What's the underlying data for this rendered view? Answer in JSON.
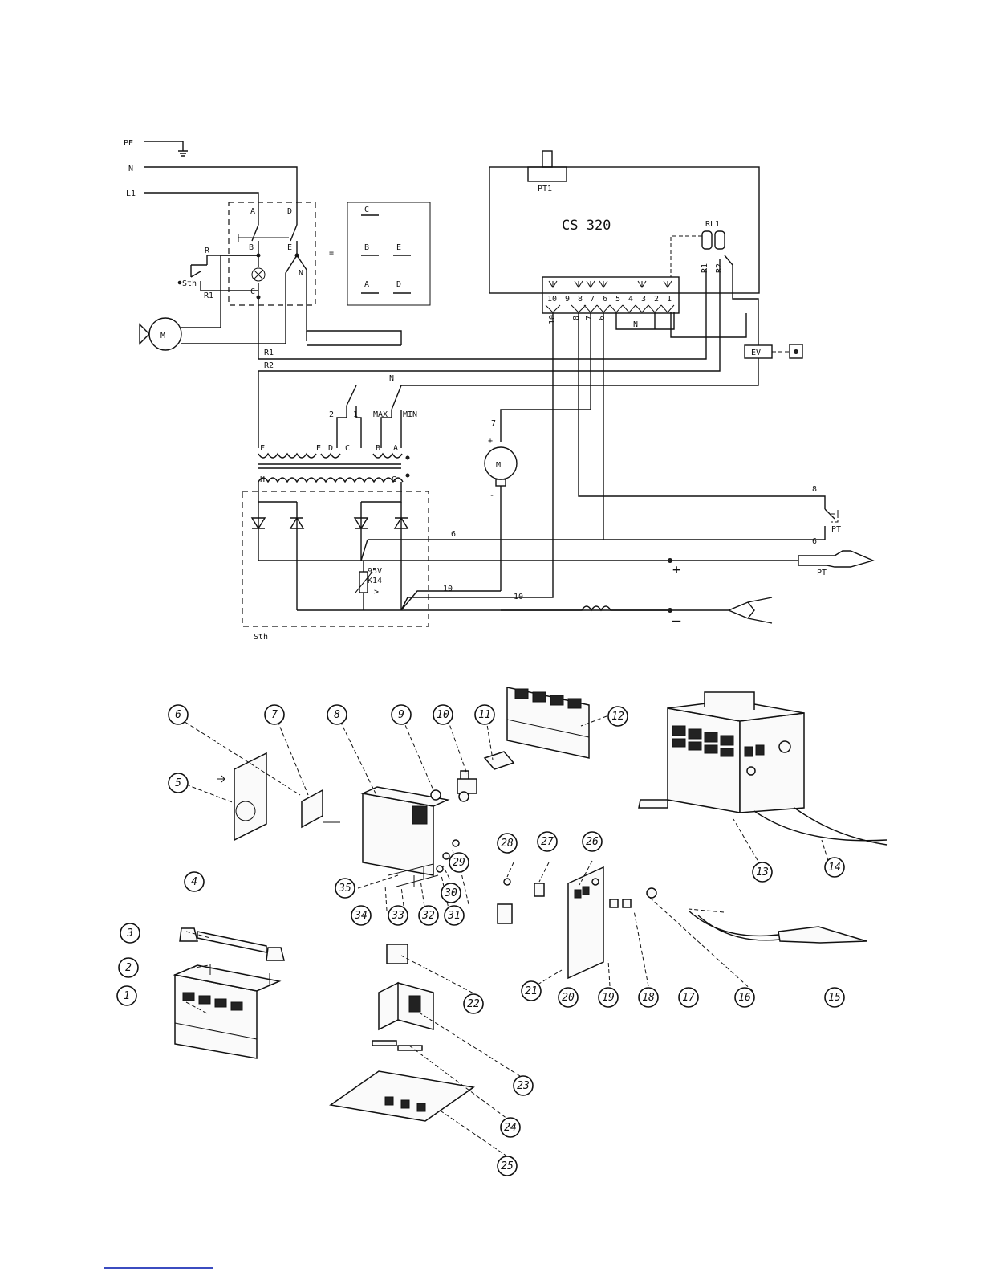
{
  "schematic": {
    "mains": {
      "earth": "PE",
      "neutral": "N",
      "line": "L1"
    },
    "controller": {
      "name": "CS 320",
      "pot": "PT1",
      "relay": "RL1",
      "relay_pins": [
        "R1",
        "R2"
      ]
    },
    "connector_pins": [
      "10",
      "9",
      "8",
      "7",
      "6",
      "5",
      "4",
      "3",
      "2",
      "1"
    ],
    "connector_neutral": "N",
    "switch_terminals": [
      "A",
      "B",
      "C",
      "D",
      "E",
      "N"
    ],
    "switch_key_terminals": [
      "C",
      "B",
      "E",
      "A",
      "D"
    ],
    "equals": "=",
    "thermostat": {
      "label": "Sth",
      "r": "R",
      "r1": "R1"
    },
    "bus_labels": [
      "R1",
      "R2",
      "N"
    ],
    "valve": "EV",
    "motor_label": "M",
    "transformer_taps": [
      "F",
      "E",
      "D",
      "C",
      "B",
      "A",
      "H",
      "G"
    ],
    "range_labels": [
      "2",
      "1",
      "MAX",
      "MIN"
    ],
    "wire_labels": [
      "10",
      "8",
      "7",
      "6",
      "7",
      "8",
      "6",
      "10",
      "10"
    ],
    "polarity": {
      "plus": "+",
      "minus": "-",
      "out_plus": "+",
      "out_minus": "–"
    },
    "torch_switch": "PT",
    "torch": "PT",
    "thermal": {
      "rating": "95V",
      "code": "K14",
      "arrow": ">"
    },
    "ground_sth": "Sth"
  },
  "parts": {
    "callouts": [
      "1",
      "2",
      "3",
      "4",
      "5",
      "6",
      "7",
      "8",
      "9",
      "10",
      "11",
      "12",
      "13",
      "14",
      "15",
      "16",
      "17",
      "18",
      "19",
      "20",
      "21",
      "22",
      "23",
      "24",
      "25",
      "26",
      "27",
      "28",
      "29",
      "30",
      "31",
      "32",
      "33",
      "34",
      "35"
    ]
  }
}
